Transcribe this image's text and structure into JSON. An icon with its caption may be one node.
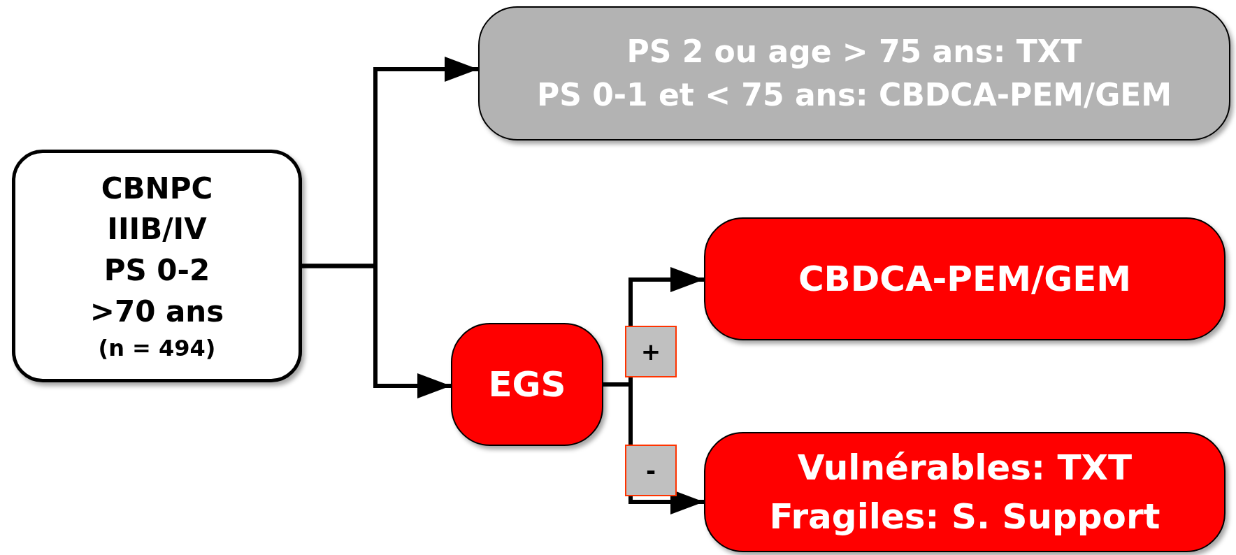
{
  "diagram": {
    "nodes": [
      {
        "text": [
          "CBNPC",
          "IIIB/IV",
          "PS 0-2",
          ">70 ans",
          "(n = 494)"
        ]
      },
      {
        "text": [
          "PS 2 ou age > 75 ans: TXT",
          "PS 0-1 et < 75 ans: CBDCA-PEM/GEM"
        ]
      },
      {
        "text": [
          "EGS"
        ]
      },
      {
        "text": [
          "CBDCA-PEM/GEM"
        ]
      },
      {
        "text": [
          "Vulnérables: TXT",
          "Fragiles: S. Support"
        ]
      }
    ],
    "edges": [
      {
        "from": 0,
        "to": 1,
        "arrow": "to"
      },
      {
        "from": 0,
        "to": 2,
        "arrow": "to"
      },
      {
        "from": 2,
        "to": 3,
        "arrow": "to",
        "label": "+"
      },
      {
        "from": 2,
        "to": 4,
        "arrow": "to",
        "label": "-"
      }
    ]
  }
}
